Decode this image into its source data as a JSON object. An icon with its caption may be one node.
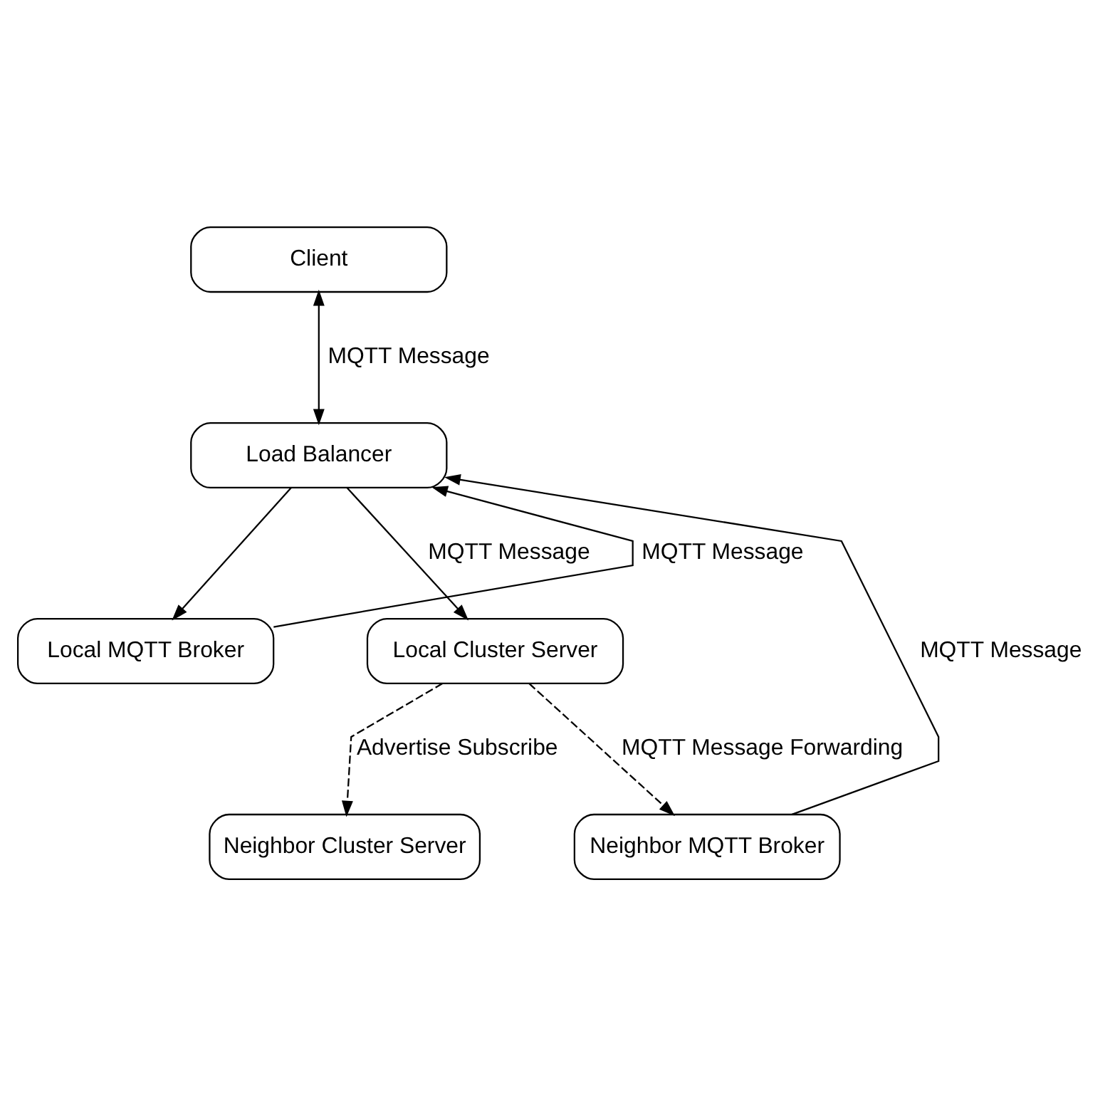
{
  "diagram": {
    "nodes": [
      {
        "text": [
          "Client"
        ]
      },
      {
        "text": [
          "Load Balancer"
        ]
      },
      {
        "text": [
          "Local MQTT Broker"
        ]
      },
      {
        "text": [
          "Local Cluster Server"
        ]
      },
      {
        "text": [
          "Neighbor Cluster Server"
        ]
      },
      {
        "text": [
          "Neighbor MQTT Broker"
        ]
      }
    ],
    "edges": [
      {
        "from": 0,
        "to": 1,
        "arrow": "both",
        "label": "MQTT Message"
      },
      {
        "from": 1,
        "to": 2,
        "arrow": "to"
      },
      {
        "from": 1,
        "to": 3,
        "arrow": "to",
        "label": "MQTT Message"
      },
      {
        "from": 2,
        "to": 1,
        "arrow": "to",
        "label": "MQTT Message"
      },
      {
        "from": 3,
        "to": 4,
        "arrow": "to",
        "label": "Advertise Subscribe",
        "style": "dashed"
      },
      {
        "from": 3,
        "to": 5,
        "arrow": "to",
        "label": "MQTT Message Forwarding",
        "style": "dashed"
      },
      {
        "from": 5,
        "to": 1,
        "arrow": "to",
        "label": "MQTT Message"
      }
    ]
  }
}
